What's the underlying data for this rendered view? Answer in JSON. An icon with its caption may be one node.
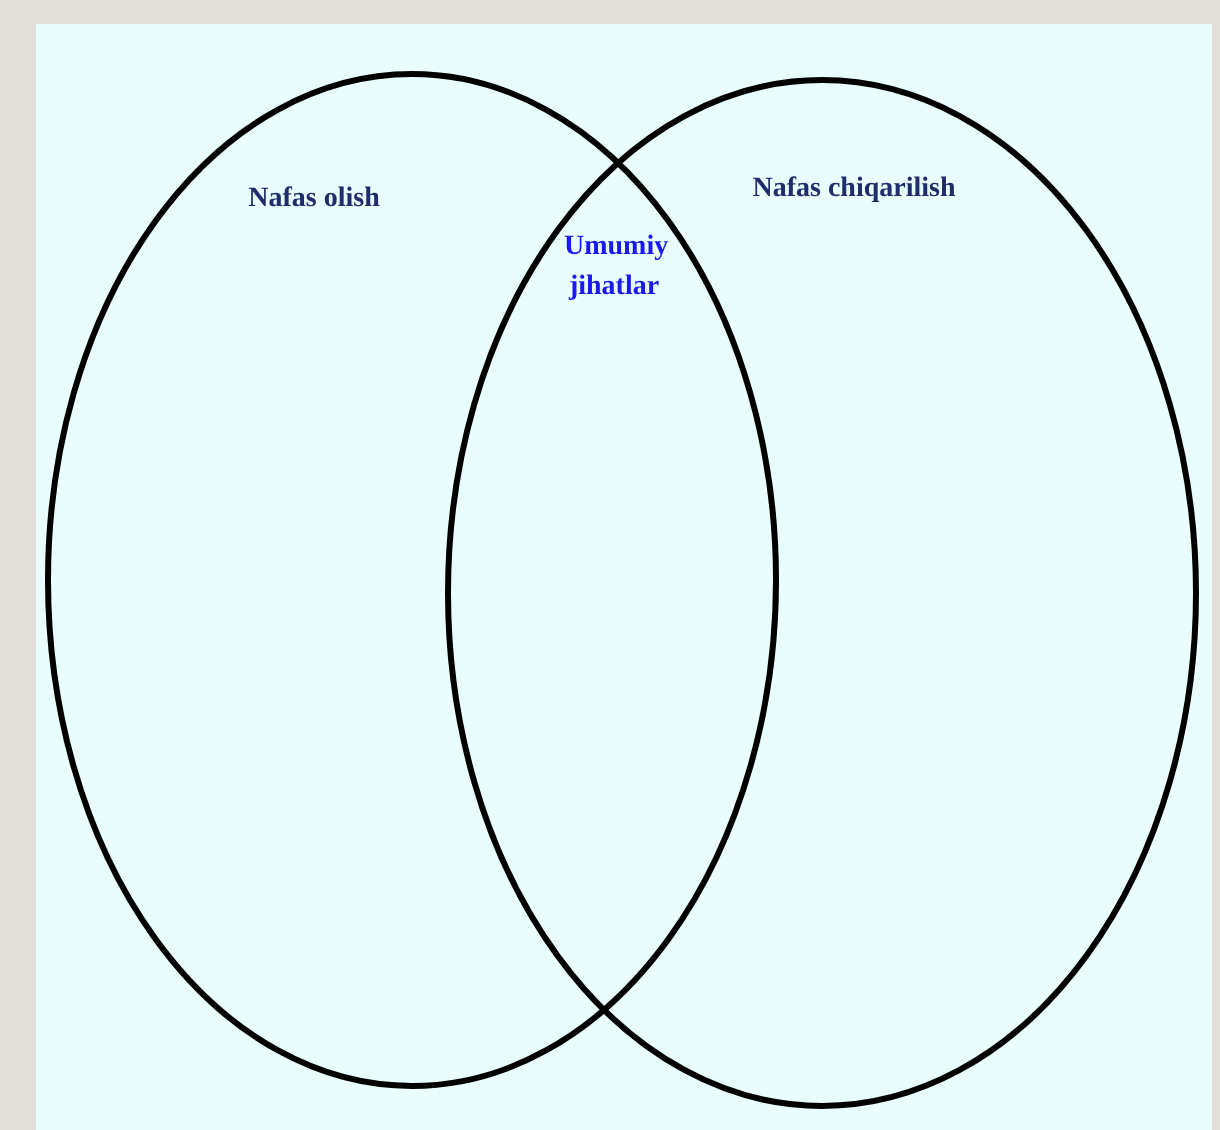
{
  "diagram": {
    "nodes": [
      {
        "text": [
          "Nafas olish"
        ]
      },
      {
        "text": [
          "Nafas chiqarilish"
        ]
      }
    ],
    "labels": [
      "Umumiy jihatlar"
    ]
  }
}
